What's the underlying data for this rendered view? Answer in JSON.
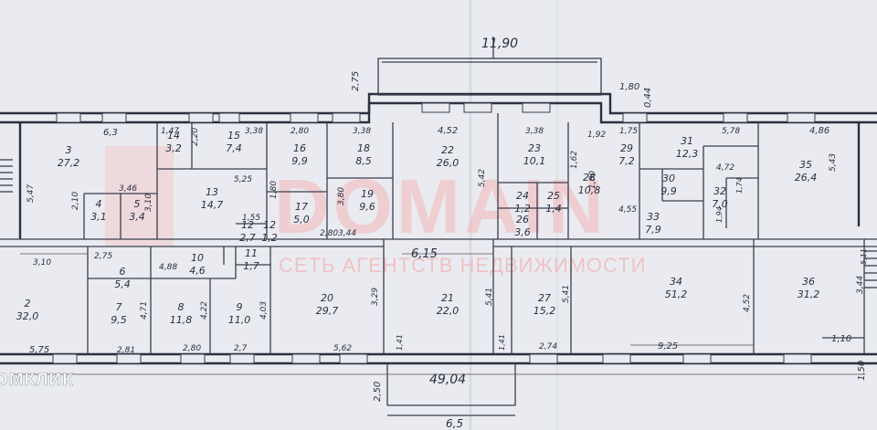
{
  "watermark": {
    "brand": "DOMAIN",
    "tagline": "СЕТЬ АГЕНТСТВ НЕДВИЖИМОСТИ",
    "source": "ОМКЛИК",
    "brand_color": "#f3b8b8"
  },
  "dimensions": {
    "top_overall": "11,90",
    "bottom_overall": "49,04",
    "bottom_porch": "6,5",
    "d_275": "2,75",
    "d_180": "1,80",
    "d_044": "0,44",
    "d_250": "2,50",
    "d_150": "1,50",
    "d_110": "1,10",
    "d_63": "6,3",
    "d_147": "1,47",
    "d_220": "2,20",
    "d_338a": "3,38",
    "d_280a": "2,80",
    "d_338b": "3,38",
    "d_452": "4,52",
    "d_338c": "3,38",
    "d_192": "1,92",
    "d_175": "1,75",
    "d_578": "5,78",
    "d_486": "4,86",
    "d_547": "5,47",
    "d_210": "2,10",
    "d_346": "3,46",
    "d_310": "3,10",
    "d_525": "5,25",
    "d_155": "1,55",
    "d_180b": "1,80",
    "d_280b": "2,80",
    "d_380": "3,80",
    "d_344": "3,44",
    "d_542": "5,42",
    "d_615": "6,15",
    "d_162": "1,62",
    "d_180c": "1,80",
    "d_455": "4,55",
    "d_472": "4,72",
    "d_174": "1,74",
    "d_194": "1,94",
    "d_543": "5,43",
    "d_275b": "2,75",
    "d_488": "4,88",
    "d_310b": "3,10",
    "d_329": "3,29",
    "d_541": "5,41",
    "d_471": "4,71",
    "d_422": "4,22",
    "d_403": "4,03",
    "d_541b": "5,41",
    "d_452b": "4,52",
    "d_344b": "3,44",
    "d_575": "5,75",
    "d_281": "2,81",
    "d_280c": "2,80",
    "d_27": "2,7",
    "d_562": "5,62",
    "d_141": "1,41",
    "d_141b": "1,41",
    "d_274": "2,74",
    "d_925": "9,25",
    "d_511": "5,11"
  },
  "rooms": [
    {
      "num": "3",
      "area": "27,2"
    },
    {
      "num": "14",
      "area": "3,2"
    },
    {
      "num": "15",
      "area": "7,4"
    },
    {
      "num": "16",
      "area": "9,9"
    },
    {
      "num": "18",
      "area": "8,5"
    },
    {
      "num": "22",
      "area": "26,0"
    },
    {
      "num": "23",
      "area": "10,1"
    },
    {
      "num": "29",
      "area": "7,2"
    },
    {
      "num": "31",
      "area": "12,3"
    },
    {
      "num": "35",
      "area": "26,4"
    },
    {
      "num": "4",
      "area": "3,1"
    },
    {
      "num": "5",
      "area": "3,4"
    },
    {
      "num": "13",
      "area": "14,7"
    },
    {
      "num": "19",
      "area": "9,6"
    },
    {
      "num": "24",
      "area": "1,2"
    },
    {
      "num": "25",
      "area": "1,4"
    },
    {
      "num": "28",
      "area": "10,8"
    },
    {
      "num": "30",
      "area": "9,9"
    },
    {
      "num": "32",
      "area": "7,0"
    },
    {
      "num": "17",
      "area": "5,0"
    },
    {
      "num": "26",
      "area": "3,6"
    },
    {
      "num": "33",
      "area": "7,9"
    },
    {
      "num": "12",
      "area": "2,7"
    },
    {
      "num": "12",
      "area": "1,2"
    },
    {
      "num": "6",
      "area": "5,4"
    },
    {
      "num": "10",
      "area": "4,6"
    },
    {
      "num": "11",
      "area": "1,7"
    },
    {
      "num": "2",
      "area": "32,0"
    },
    {
      "num": "20",
      "area": "29,7"
    },
    {
      "num": "21",
      "area": "22,0"
    },
    {
      "num": "27",
      "area": "15,2"
    },
    {
      "num": "34",
      "area": "51,2"
    },
    {
      "num": "36",
      "area": "31,2"
    },
    {
      "num": "7",
      "area": "9,5"
    },
    {
      "num": "8",
      "area": "11,8"
    },
    {
      "num": "9",
      "area": "11,0"
    }
  ]
}
